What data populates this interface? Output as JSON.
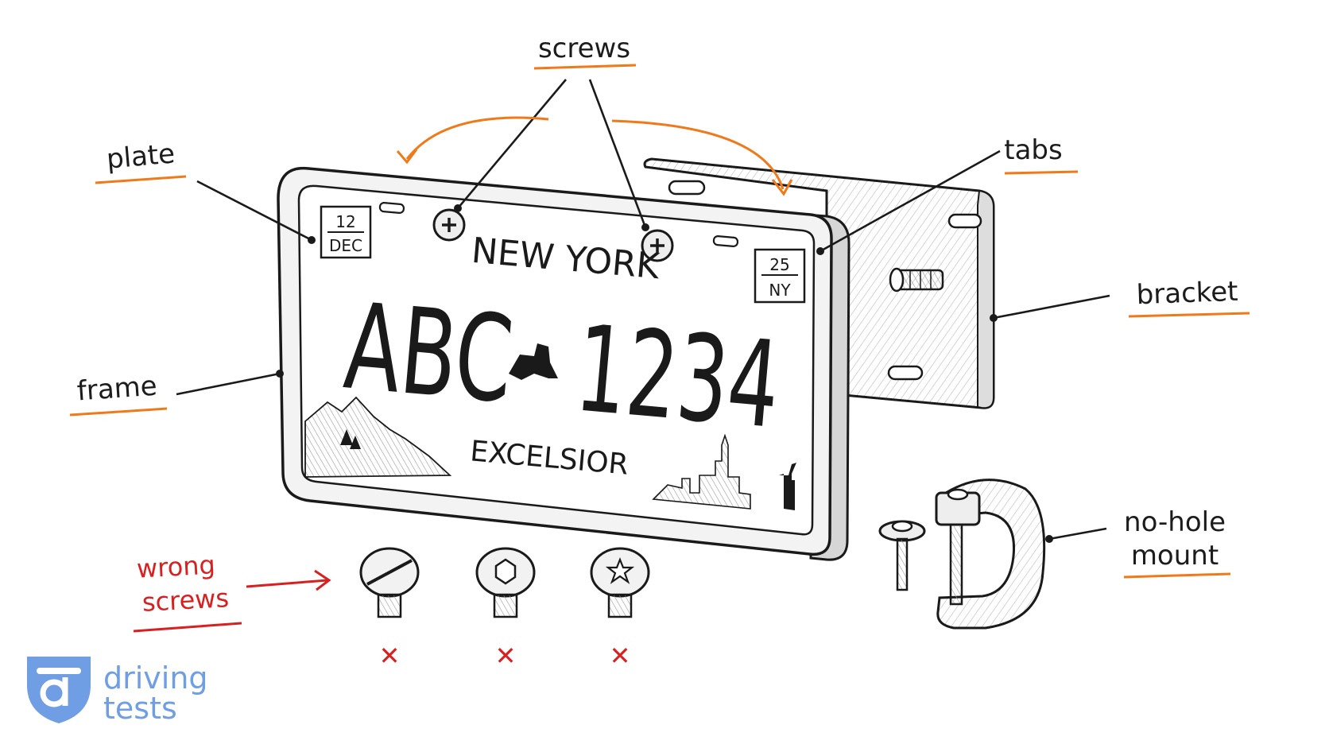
{
  "labels": {
    "screws": "screws",
    "plate": "plate",
    "tabs": "tabs",
    "frame": "frame",
    "bracket": "bracket",
    "no_hole_line1": "no-hole",
    "no_hole_line2": "mount",
    "wrong_line1": "wrong",
    "wrong_line2": "screws"
  },
  "plate": {
    "state": "NEW YORK",
    "number_left": "ABC",
    "number_right": "1234",
    "slogan": "EXCELSIOR",
    "sticker_left_top": "12",
    "sticker_left_bottom": "DEC",
    "sticker_right_top": "25",
    "sticker_right_bottom": "NY"
  },
  "wrong_marks": [
    "✕",
    "✕",
    "✕"
  ],
  "brand": {
    "line1": "driving",
    "line2": "tests"
  },
  "colors": {
    "accent_orange": "#f07a1a",
    "wrong_red": "#d92020",
    "brand_blue": "#6f9ee4",
    "ink": "#1c1c1c"
  },
  "icons": [
    "plate-frame-drawing",
    "bracket-drawing",
    "screw-icon",
    "slotted-screw-icon",
    "hex-screw-icon",
    "star-screw-icon",
    "clamp-mount-drawing",
    "shield-logo-icon"
  ]
}
